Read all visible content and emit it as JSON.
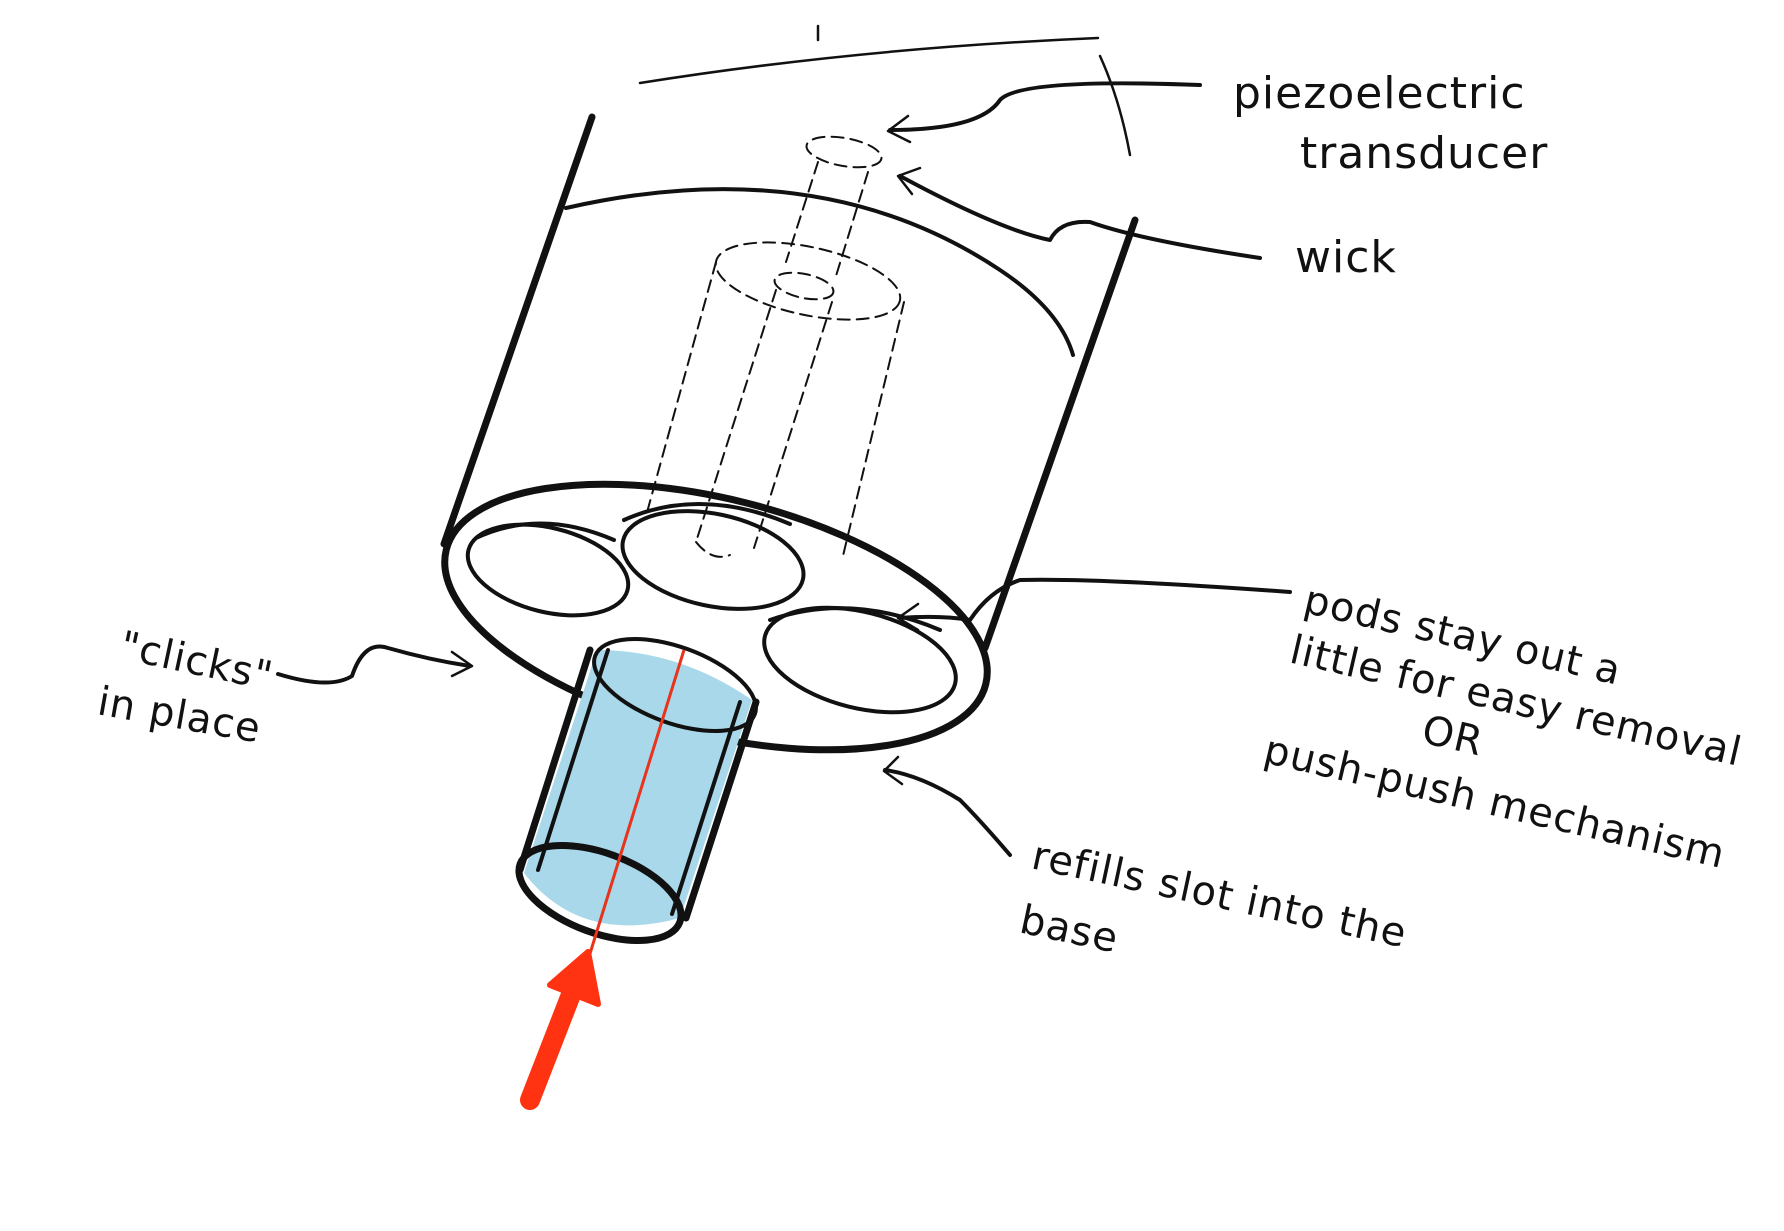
{
  "labels": {
    "piezo_line1": "piezoelectric",
    "piezo_line2": "transducer",
    "wick": "wick",
    "clicks_line1": "\"clicks\"",
    "clicks_line2": "in place",
    "pods_line1": "pods stay out a",
    "pods_line2": "little for easy removal",
    "pods_line3": "OR",
    "pods_line4": "push-push mechanism",
    "refills_line1": "refills slot into the",
    "refills_line2": "base"
  },
  "colors": {
    "ink": "#111111",
    "refill_fill": "#a8d8ea",
    "red_line": "#e8341c",
    "insert_arrow": "#ff3311"
  },
  "icons": {
    "insert_arrow": "arrow-up-icon"
  }
}
